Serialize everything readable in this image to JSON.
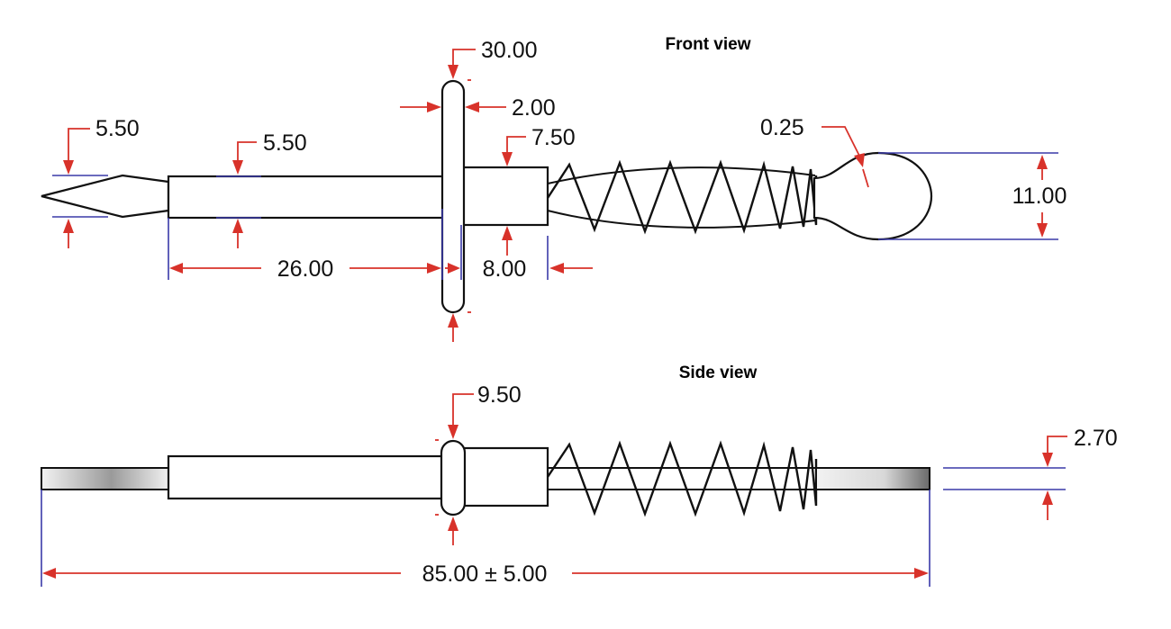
{
  "views": {
    "front_title": "Front view",
    "side_title": "Side view"
  },
  "dimensions": {
    "tip_diameter": "5.50",
    "shaft_diameter": "5.50",
    "flange_diameter": "30.00",
    "flange_thickness": "2.00",
    "sleeve_diameter": "7.50",
    "wire_diameter": "0.25",
    "loop_height": "11.00",
    "shaft_length": "26.00",
    "sleeve_length": "8.00",
    "flange_side_thickness": "9.50",
    "side_thickness": "2.70",
    "overall_length": "85.00 ± 5.00"
  },
  "colors": {
    "dimension_line": "#d8322a",
    "extension_line": "#3a3aa8",
    "outline": "#111111"
  }
}
